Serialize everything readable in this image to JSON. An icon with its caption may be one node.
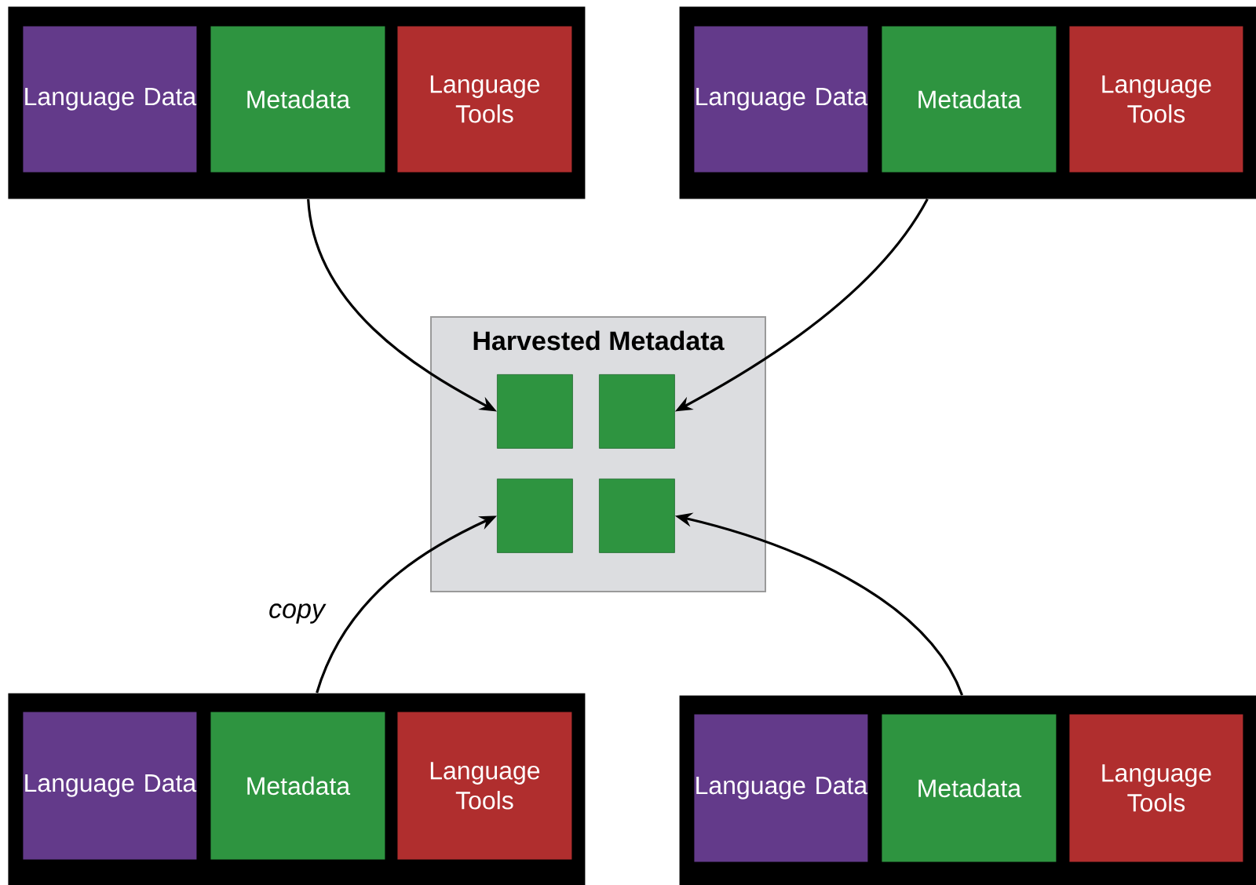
{
  "diagram": {
    "nodes": [
      {
        "text": [],
        "shape": "box"
      },
      {
        "text": [
          "Language Data"
        ],
        "in": 0
      },
      {
        "text": [
          "Metadata"
        ],
        "in": 0
      },
      {
        "text": [
          "Language Tools"
        ],
        "in": 0
      },
      {
        "text": [],
        "shape": "box"
      },
      {
        "text": [
          "Language Data"
        ],
        "in": 4
      },
      {
        "text": [
          "Metadata"
        ],
        "in": 4
      },
      {
        "text": [
          "Language Tools"
        ],
        "in": 4
      },
      {
        "text": [
          "Harvested Metadata"
        ]
      },
      {
        "text": [],
        "shape": "box",
        "in": 8
      },
      {
        "text": [],
        "shape": "box",
        "in": 8
      },
      {
        "text": [],
        "shape": "box",
        "in": 8
      },
      {
        "text": [],
        "shape": "box",
        "in": 8
      },
      {
        "text": [],
        "shape": "box"
      },
      {
        "text": [
          "Language Data"
        ],
        "in": 13
      },
      {
        "text": [
          "Metadata"
        ],
        "in": 13
      },
      {
        "text": [
          "Language Tools"
        ],
        "in": 13
      },
      {
        "text": [],
        "shape": "box"
      },
      {
        "text": [
          "Language Data"
        ],
        "in": 17
      },
      {
        "text": [
          "Metadata"
        ],
        "in": 17
      },
      {
        "text": [
          "Language Tools"
        ],
        "in": 17
      }
    ],
    "edges": [
      {
        "from": 0,
        "to": 9,
        "arrow": "to"
      },
      {
        "from": 4,
        "to": 10,
        "arrow": "to"
      },
      {
        "from": 13,
        "to": 11,
        "arrow": "to",
        "label": "copy"
      },
      {
        "from": 17,
        "to": 12,
        "arrow": "to"
      }
    ]
  }
}
